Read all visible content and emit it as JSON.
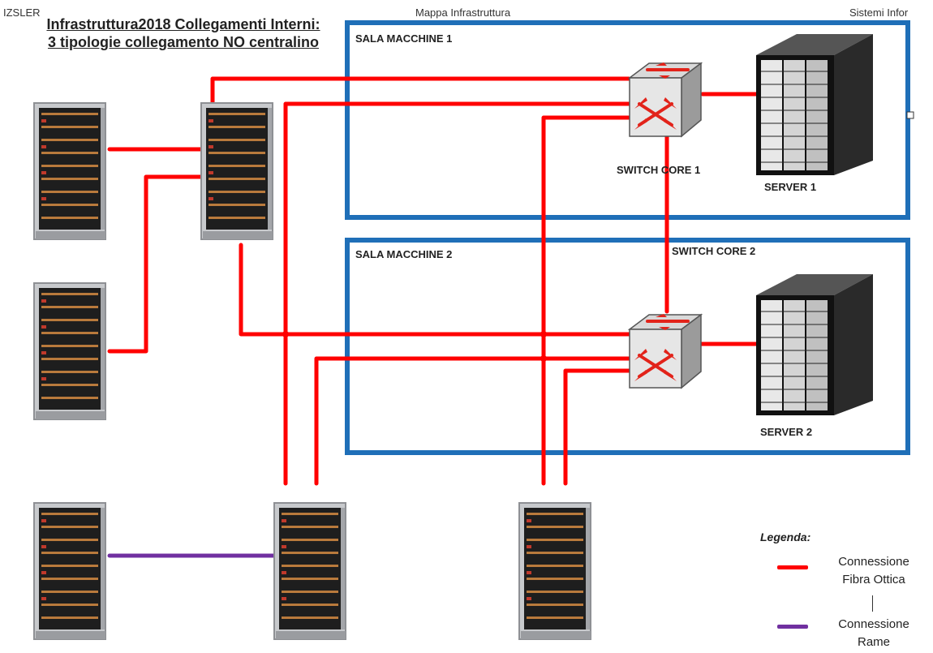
{
  "header": {
    "left": "IZSLER",
    "center": "Mappa Infrastruttura",
    "right": "Sistemi Infor"
  },
  "title": {
    "line1": "Infrastruttura2018 Collegamenti Interni:",
    "line2": "3 tipologie collegamento NO centralino"
  },
  "rooms": [
    {
      "label": "SALA MACCHINE 1"
    },
    {
      "label": "SALA MACCHINE 2"
    }
  ],
  "devices": {
    "switch1": "SWITCH CORE 1",
    "switch2": "SWITCH CORE 2",
    "server1": "SERVER 1",
    "server2": "SERVER 2"
  },
  "legend": {
    "title": "Legenda:",
    "items": [
      {
        "label_line1": "Connessione",
        "label_line2": "Fibra Ottica",
        "color": "#ff0000"
      },
      {
        "label_line1": "Connessione",
        "label_line2": "Rame",
        "color": "#7030a0"
      }
    ]
  },
  "colors": {
    "fiber": "#ff0000",
    "copper": "#7030a0",
    "room_border": "#1f6fb8"
  }
}
